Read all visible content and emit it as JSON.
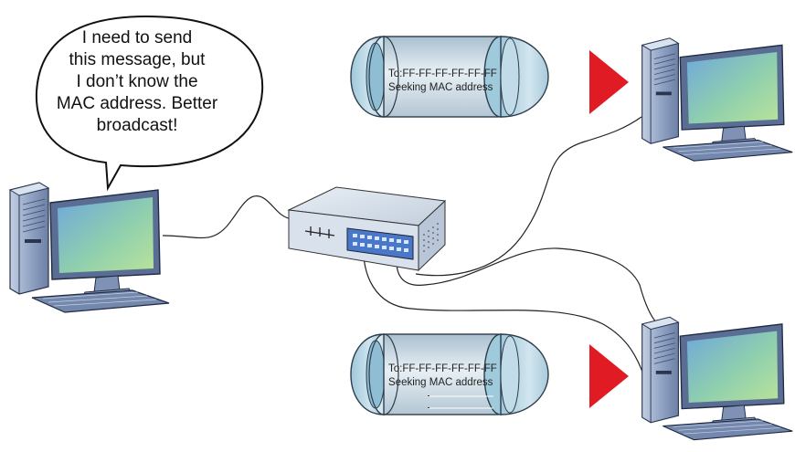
{
  "speech_bubble": {
    "lines": [
      "I need to send",
      "this  message, but",
      "I don’t know the",
      "MAC address. Better",
      "broadcast!"
    ]
  },
  "packets": [
    {
      "to_line": "To:FF-FF-FF-FF-FF-FF",
      "info_line": "Seeking MAC address"
    },
    {
      "to_line": "To:FF-FF-FF-FF-FF-FF",
      "info_line": "Seeking MAC address"
    }
  ],
  "colors": {
    "arrow": "#e01b24",
    "computer_body": "#7f95b8",
    "screen": "#8fd0a8",
    "packet_cylinder": "#cfdde8"
  }
}
